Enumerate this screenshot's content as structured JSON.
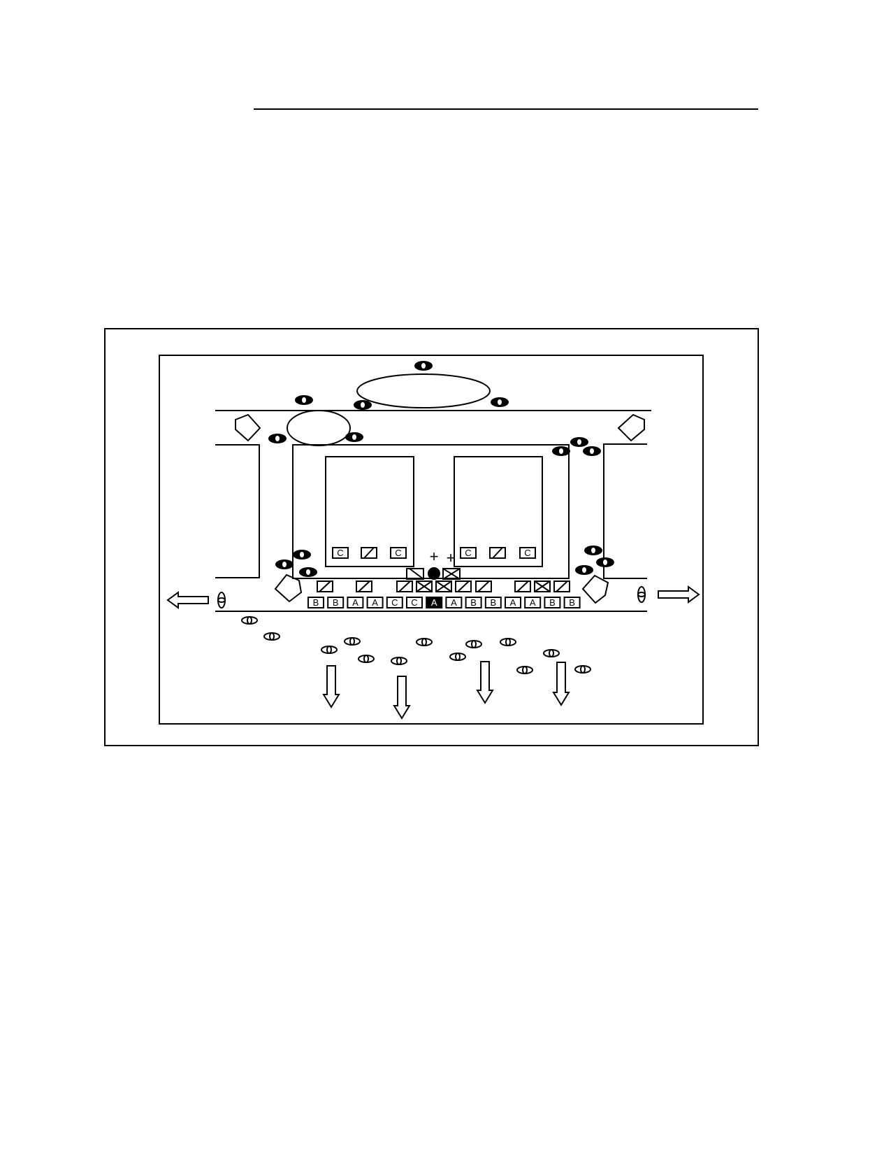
{
  "page": {
    "background": "#ffffff",
    "ink": "#000000"
  },
  "diagram": {
    "top_labels": [
      "C",
      "",
      "C"
    ],
    "seat_labels": [
      "B",
      "B",
      "A",
      "A",
      "C",
      "C",
      "A",
      "A",
      "B",
      "B",
      "A",
      "A",
      "B",
      "B"
    ],
    "highlighted_seat": 6,
    "plus_sign": "+",
    "icons": [
      "exit-arrow-left-icon",
      "exit-arrow-right-icon",
      "exit-arrow-down-icon",
      "person-icon",
      "checkbox-icon",
      "crossed-box-icon",
      "slashed-box-icon",
      "plant-icon"
    ]
  }
}
